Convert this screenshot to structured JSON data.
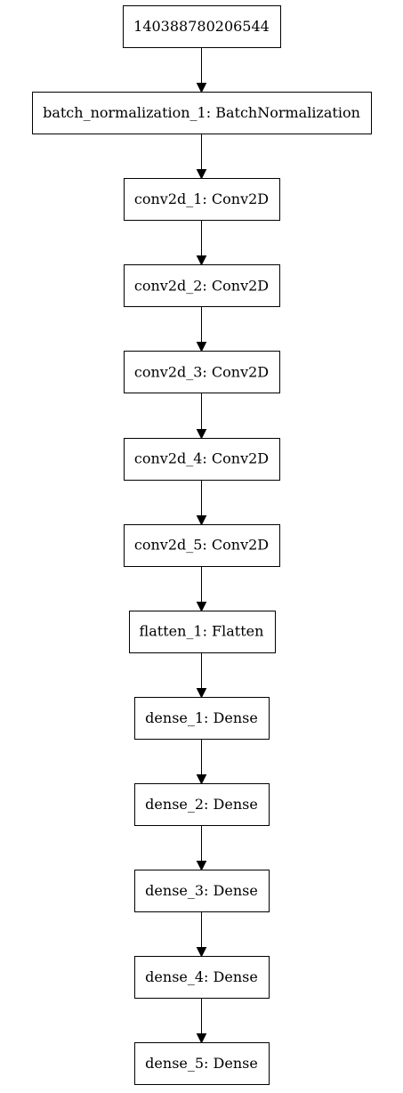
{
  "nodes": [
    {
      "id": "input",
      "label": "140388780206544"
    },
    {
      "id": "bn1",
      "label": "batch_normalization_1: BatchNormalization"
    },
    {
      "id": "c1",
      "label": "conv2d_1: Conv2D"
    },
    {
      "id": "c2",
      "label": "conv2d_2: Conv2D"
    },
    {
      "id": "c3",
      "label": "conv2d_3: Conv2D"
    },
    {
      "id": "c4",
      "label": "conv2d_4: Conv2D"
    },
    {
      "id": "c5",
      "label": "conv2d_5: Conv2D"
    },
    {
      "id": "f1",
      "label": "flatten_1: Flatten"
    },
    {
      "id": "d1",
      "label": "dense_1: Dense"
    },
    {
      "id": "d2",
      "label": "dense_2: Dense"
    },
    {
      "id": "d3",
      "label": "dense_3: Dense"
    },
    {
      "id": "d4",
      "label": "dense_4: Dense"
    },
    {
      "id": "d5",
      "label": "dense_5: Dense"
    }
  ],
  "edges": [
    {
      "from": "input",
      "to": "bn1"
    },
    {
      "from": "bn1",
      "to": "c1"
    },
    {
      "from": "c1",
      "to": "c2"
    },
    {
      "from": "c2",
      "to": "c3"
    },
    {
      "from": "c3",
      "to": "c4"
    },
    {
      "from": "c4",
      "to": "c5"
    },
    {
      "from": "c5",
      "to": "f1"
    },
    {
      "from": "f1",
      "to": "d1"
    },
    {
      "from": "d1",
      "to": "d2"
    },
    {
      "from": "d2",
      "to": "d3"
    },
    {
      "from": "d3",
      "to": "d4"
    },
    {
      "from": "d4",
      "to": "d5"
    }
  ]
}
